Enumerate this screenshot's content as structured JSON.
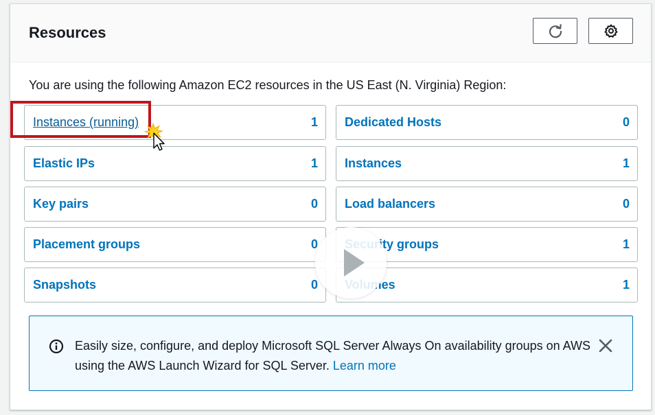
{
  "panel": {
    "title": "Resources",
    "intro": "You are using the following Amazon EC2 resources in the US East (N. Virginia) Region:",
    "refresh_icon": "refresh-icon",
    "settings_icon": "gear-icon"
  },
  "resources": {
    "left": [
      {
        "label": "Instances (running)",
        "count": "1"
      },
      {
        "label": "Elastic IPs",
        "count": "1"
      },
      {
        "label": "Key pairs",
        "count": "0"
      },
      {
        "label": "Placement groups",
        "count": "0"
      },
      {
        "label": "Snapshots",
        "count": "0"
      }
    ],
    "right": [
      {
        "label": "Dedicated Hosts",
        "count": "0"
      },
      {
        "label": "Instances",
        "count": "1"
      },
      {
        "label": "Load balancers",
        "count": "0"
      },
      {
        "label": "Security groups",
        "count": "1"
      },
      {
        "label": "Volumes",
        "count": "1"
      }
    ]
  },
  "info": {
    "text": "Easily size, configure, and deploy Microsoft SQL Server Always On availability groups on AWS using the AWS Launch Wizard for SQL Server.",
    "link": "Learn more"
  },
  "colors": {
    "link": "#0073bb",
    "highlight": "#c0161d",
    "info_bg": "#f1faff"
  }
}
